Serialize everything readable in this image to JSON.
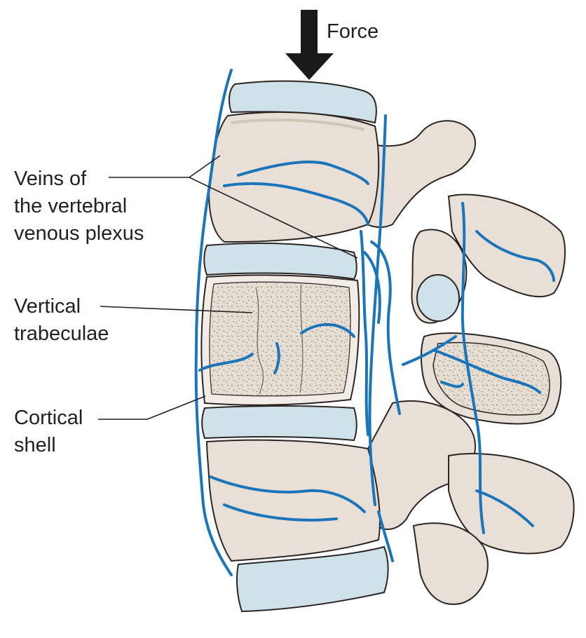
{
  "labels": {
    "force": "Force",
    "veins": [
      "Veins of",
      "the vertebral",
      "venous plexus"
    ],
    "trabeculae": [
      "Vertical",
      "trabeculae"
    ],
    "cortical": [
      "Cortical",
      "shell"
    ]
  },
  "colors": {
    "bone": "#e8e0d6",
    "bone_shadow": "#cfc5b8",
    "outline": "#2b2523",
    "disc": "#cfe2ea",
    "vein": "#1b75bb",
    "trabecular": "#ddd5cb",
    "text": "#231f20"
  },
  "icons": {
    "force_arrow": "down-arrow"
  }
}
